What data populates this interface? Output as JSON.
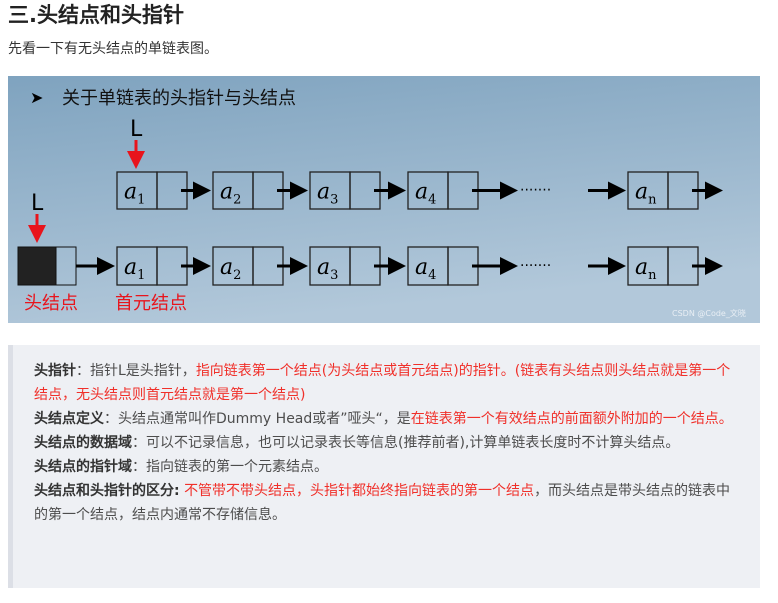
{
  "heading": "三.头结点和头指针",
  "intro": "先看一下有无头结点的单链表图。",
  "figure": {
    "title": "关于单链表的头指针与头结点",
    "pointer_label": "L",
    "row1_nodes": [
      "a",
      "a",
      "a",
      "a",
      "a"
    ],
    "subscripts": [
      "1",
      "2",
      "3",
      "4",
      "n"
    ],
    "ellipsis": "·······",
    "head_node_label": "头结点",
    "first_node_label": "首元结点",
    "watermark": "CSDN @Code_文晓",
    "colors": {
      "bg_top": "#7fa3bf",
      "bg_bottom": "#a9c2d6",
      "red": "#e8141c"
    }
  },
  "notes": [
    {
      "term": "头指针",
      "sep": "：",
      "plain1": "指针L是头指针，",
      "red": "指向链表第一个结点(为头结点或首元结点)的指针。(链表有头结点则头结点就是第一个结点，无头结点则首元结点就是第一个结点)",
      "plain2": ""
    },
    {
      "term": "头结点定义",
      "sep": "：",
      "plain1": "头结点通常叫作Dummy Head或者”哑头“，是",
      "red": "在链表第一个有效结点的前面额外附加的一个结点。",
      "plain2": ""
    },
    {
      "term": "头结点的数据域",
      "sep": "：",
      "plain1": "可以不记录信息，也可以记录表长等信息(推荐前者),计算单链表长度时不计算头结点。",
      "red": "",
      "plain2": ""
    },
    {
      "term": "头结点的指针域",
      "sep": "：",
      "plain1": "指向链表的第一个元素结点。",
      "red": "",
      "plain2": ""
    },
    {
      "term": "头结点和头指针的区分:",
      "sep": " ",
      "plain1": "",
      "red": "不管带不带头结点，头指针都始终指向链表的第一个结点",
      "plain2": "，而头结点是带头结点的链表中的第一个结点，结点内通常不存储信息。"
    }
  ]
}
